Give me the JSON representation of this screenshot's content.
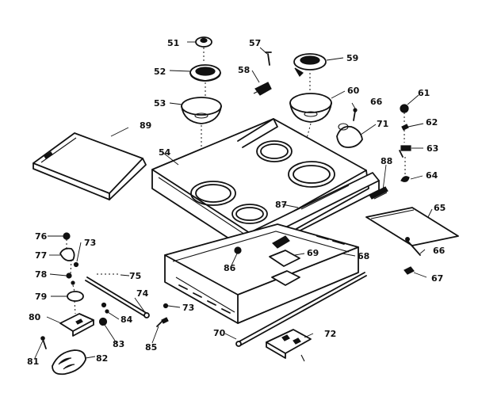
{
  "labels": {
    "p51": "51",
    "p52": "52",
    "p53": "53",
    "p54": "54",
    "p57": "57",
    "p58": "58",
    "p59": "59",
    "p60": "60",
    "p61": "61",
    "p62": "62",
    "p63": "63",
    "p64": "64",
    "p65": "65",
    "p66a": "66",
    "p66b": "66",
    "p67": "67",
    "p68": "68",
    "p69": "69",
    "p70": "70",
    "p71": "71",
    "p72": "72",
    "p73a": "73",
    "p73b": "73",
    "p74": "74",
    "p75": "75",
    "p76": "76",
    "p77": "77",
    "p78": "78",
    "p79": "79",
    "p80": "80",
    "p81": "81",
    "p82": "82",
    "p83": "83",
    "p84": "84",
    "p85": "85",
    "p86": "86",
    "p87": "87",
    "p88": "88",
    "p89": "89"
  }
}
